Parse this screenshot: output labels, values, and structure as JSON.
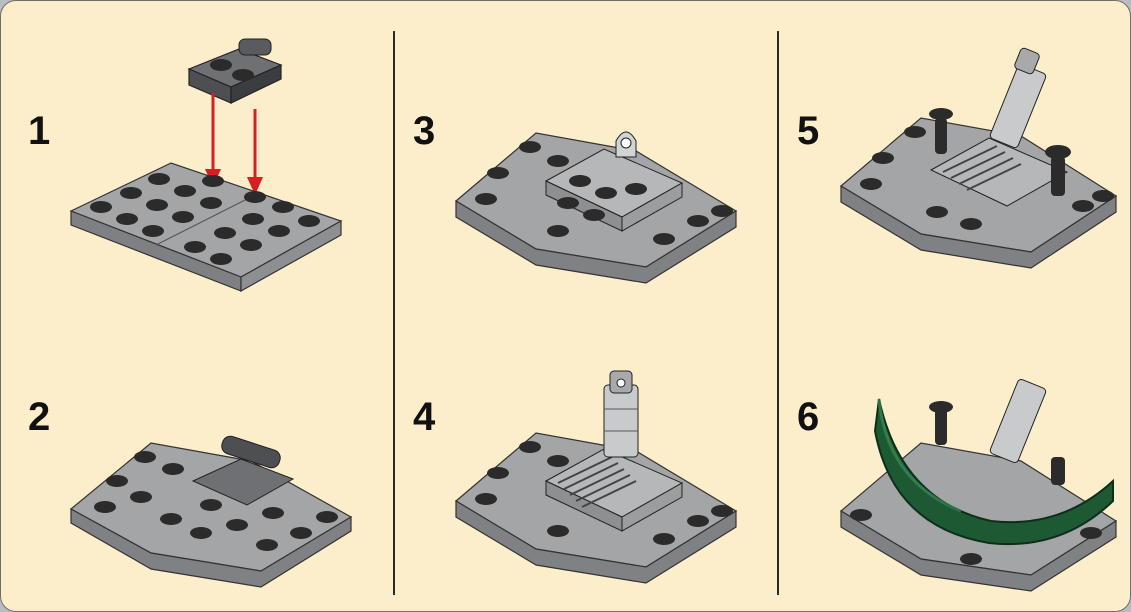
{
  "steps": [
    {
      "number": "1"
    },
    {
      "number": "2"
    },
    {
      "number": "3"
    },
    {
      "number": "4"
    },
    {
      "number": "5"
    },
    {
      "number": "6"
    }
  ],
  "colors": {
    "background": "#fdeecb",
    "brick_gray": "#a4a5a7",
    "stud_dark": "#2b2b2b",
    "arrow": "#d62020",
    "windshield": "#1d5a33"
  }
}
